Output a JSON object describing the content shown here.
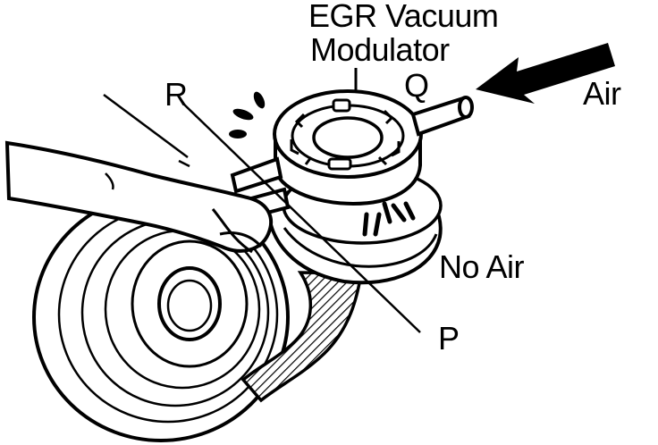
{
  "diagram": {
    "title_line_1": "EGR Vacuum",
    "title_line_2": "Modulator",
    "labels": {
      "r": "R",
      "q": "Q",
      "air": "Air",
      "no_air": "No Air",
      "p": "P"
    },
    "colors": {
      "ink": "#000000",
      "paper": "#ffffff"
    }
  }
}
